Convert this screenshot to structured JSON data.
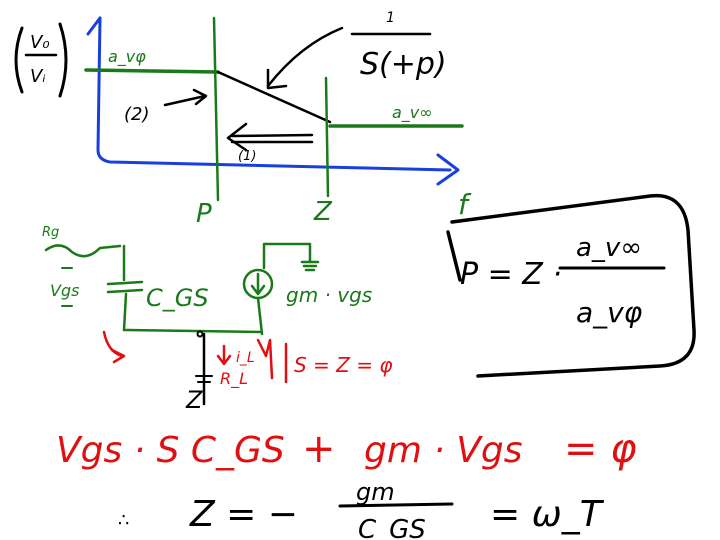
{
  "notes": {
    "ratio_top": "V₀",
    "ratio_bottom": "Vᵢ",
    "gain_dc_label": "a_vφ",
    "gain_inf_label": "a_v∞",
    "pole_fraction_num": "1",
    "pole_fraction_den": "S(+p)",
    "label_2": "(2)",
    "label_1": "(1)",
    "pole_label": "P",
    "zero_label": "Z",
    "freq_label": "f",
    "box_eq_left": "P = Z ·",
    "box_eq_num": "a_v∞",
    "box_eq_den": "a_vφ",
    "rg_label": "Rg",
    "vgs_label": "Vgs",
    "cgs_label": "C_GS",
    "gm_label": "gm · vgs",
    "il_label": "i_L",
    "rl_label": "R_L",
    "s_eq_z": "S = Z = φ",
    "z_label": "Z",
    "eq1_left": "Vgs · S C_GS",
    "eq1_plus": "+",
    "eq1_right": "gm · Vgs",
    "eq1_eq": "= φ",
    "eq2_therefore": "∴",
    "eq2_left": "Z = −",
    "eq2_num": "gm",
    "eq2_den": "C_GS",
    "eq2_right": "= ω_T"
  },
  "colors": {
    "black": "#000000",
    "green": "#1a7a1a",
    "blue": "#1a3fe0",
    "red": "#e01010"
  }
}
